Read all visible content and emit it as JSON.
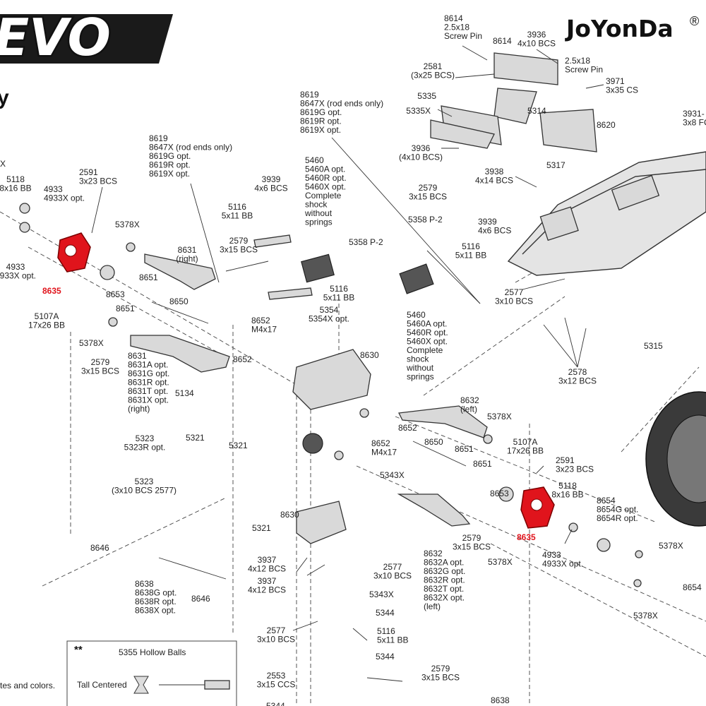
{
  "header": {
    "logo_text": "EVO",
    "title_fragment": "y",
    "brand": "JoYonDa",
    "brand_mark": "®",
    "top_left_fragment": "X"
  },
  "callouts": [
    {
      "id": "c8614a",
      "lines": [
        "8614",
        "2.5x18",
        "Screw Pin"
      ]
    },
    {
      "id": "c8614b",
      "lines": [
        "8614"
      ]
    },
    {
      "id": "c3936a",
      "lines": [
        "3936",
        "4x10 BCS"
      ]
    },
    {
      "id": "c2581",
      "lines": [
        "2581",
        "(3x25 BCS)"
      ]
    },
    {
      "id": "c25x18",
      "lines": [
        "2.5x18",
        "Screw Pin"
      ]
    },
    {
      "id": "c3971",
      "lines": [
        "3971",
        "3x35 CS"
      ]
    },
    {
      "id": "c5335",
      "lines": [
        "5335"
      ]
    },
    {
      "id": "c5335x",
      "lines": [
        "5335X"
      ]
    },
    {
      "id": "c5314",
      "lines": [
        "5314"
      ]
    },
    {
      "id": "c8620",
      "lines": [
        "8620"
      ]
    },
    {
      "id": "c3931",
      "lines": [
        "3931-",
        "3x8 FCS"
      ]
    },
    {
      "id": "c3936b",
      "lines": [
        "3936",
        "(4x10 BCS)"
      ]
    },
    {
      "id": "c5317",
      "lines": [
        "5317"
      ]
    },
    {
      "id": "c3938",
      "lines": [
        "3938",
        "4x14 BCS"
      ]
    },
    {
      "id": "c8619a",
      "lines": [
        "8619",
        "8647X (rod ends only)",
        "8619G opt.",
        "8619R opt.",
        "8619X opt."
      ]
    },
    {
      "id": "c8619b",
      "lines": [
        "8619",
        "8647X (rod ends only)",
        "8619G opt.",
        "8619R opt.",
        "8619X opt."
      ]
    },
    {
      "id": "c5460a",
      "lines": [
        "5460",
        "5460A opt.",
        "5460R opt.",
        "5460X opt.",
        "Complete",
        "shock",
        "without",
        "springs"
      ]
    },
    {
      "id": "c3939a",
      "lines": [
        "3939",
        "4x6 BCS"
      ]
    },
    {
      "id": "c2579a",
      "lines": [
        "2579",
        "3x15 BCS"
      ]
    },
    {
      "id": "c5358a",
      "lines": [
        "5358 P-2"
      ]
    },
    {
      "id": "c3939b",
      "lines": [
        "3939",
        "4x6 BCS"
      ]
    },
    {
      "id": "c5116a",
      "lines": [
        "5116",
        "5x11 BB"
      ]
    },
    {
      "id": "c5116b",
      "lines": [
        "5116",
        "5x11 BB"
      ]
    },
    {
      "id": "c2579b",
      "lines": [
        "2579",
        "3x15 BCS"
      ]
    },
    {
      "id": "c5358b",
      "lines": [
        "5358 P-2"
      ]
    },
    {
      "id": "c5116c",
      "lines": [
        "5116",
        "5x11 BB"
      ]
    },
    {
      "id": "c5118a",
      "lines": [
        "5118",
        "8x16 BB"
      ]
    },
    {
      "id": "c4933a",
      "lines": [
        "4933",
        "4933X opt."
      ]
    },
    {
      "id": "c2591a",
      "lines": [
        "2591",
        "3x23 BCS"
      ]
    },
    {
      "id": "c5378xa",
      "lines": [
        "5378X"
      ]
    },
    {
      "id": "c8631r",
      "lines": [
        "8631",
        "(right)"
      ]
    },
    {
      "id": "c4933b",
      "lines": [
        "4933",
        "4933X opt."
      ]
    },
    {
      "id": "c8651a",
      "lines": [
        "8651"
      ]
    },
    {
      "id": "c8653a",
      "lines": [
        "8653"
      ]
    },
    {
      "id": "c8650a",
      "lines": [
        "8650"
      ]
    },
    {
      "id": "c8651b",
      "lines": [
        "8651"
      ]
    },
    {
      "id": "c5107a",
      "lines": [
        "5107A",
        "17x26 BB"
      ]
    },
    {
      "id": "c5378xb",
      "lines": [
        "5378X"
      ]
    },
    {
      "id": "c8652a",
      "lines": [
        "8652",
        "M4x17"
      ]
    },
    {
      "id": "c8652b",
      "lines": [
        "8652"
      ]
    },
    {
      "id": "c5354",
      "lines": [
        "5354",
        "5354X opt."
      ]
    },
    {
      "id": "c8630a",
      "lines": [
        "8630"
      ]
    },
    {
      "id": "c5460b",
      "lines": [
        "5460",
        "5460A opt.",
        "5460R opt.",
        "5460X opt.",
        "Complete",
        "shock",
        "without",
        "springs"
      ]
    },
    {
      "id": "c2577a",
      "lines": [
        "2577",
        "3x10 BCS"
      ]
    },
    {
      "id": "c2578",
      "lines": [
        "2578",
        "3x12 BCS"
      ]
    },
    {
      "id": "c5315",
      "lines": [
        "5315"
      ]
    },
    {
      "id": "c2579c",
      "lines": [
        "2579",
        "3x15 BCS"
      ]
    },
    {
      "id": "c8631opts",
      "lines": [
        "8631",
        "8631A opt.",
        "8631G opt.",
        "8631R opt.",
        "8631T opt.",
        "8631X opt.",
        "(right)"
      ]
    },
    {
      "id": "c5134",
      "lines": [
        "5134"
      ]
    },
    {
      "id": "c5321a",
      "lines": [
        "5321"
      ]
    },
    {
      "id": "c5321b",
      "lines": [
        "5321"
      ]
    },
    {
      "id": "c5323a",
      "lines": [
        "5323",
        "5323R opt."
      ]
    },
    {
      "id": "c5323b",
      "lines": [
        "5323",
        "(3x10 BCS 2577)"
      ]
    },
    {
      "id": "c8632left",
      "lines": [
        "8632",
        "(left)"
      ]
    },
    {
      "id": "c5378xc",
      "lines": [
        "5378X"
      ]
    },
    {
      "id": "c8652c",
      "lines": [
        "8652"
      ]
    },
    {
      "id": "c8650b",
      "lines": [
        "8650"
      ]
    },
    {
      "id": "c8652d",
      "lines": [
        "8652",
        "M4x17"
      ]
    },
    {
      "id": "c8651c",
      "lines": [
        "8651"
      ]
    },
    {
      "id": "c5107b",
      "lines": [
        "5107A",
        "17x26 BB"
      ]
    },
    {
      "id": "c2591b",
      "lines": [
        "2591",
        "3x23 BCS"
      ]
    },
    {
      "id": "c8651d",
      "lines": [
        "8651"
      ]
    },
    {
      "id": "c8653b",
      "lines": [
        "8653"
      ]
    },
    {
      "id": "c5118b",
      "lines": [
        "5118",
        "8x16 BB"
      ]
    },
    {
      "id": "c8654opts",
      "lines": [
        "8654",
        "8654G opt.",
        "8654R opt."
      ]
    },
    {
      "id": "c5343x",
      "lines": [
        "5343X"
      ]
    },
    {
      "id": "c8630b",
      "lines": [
        "8630"
      ]
    },
    {
      "id": "c5321c",
      "lines": [
        "5321"
      ]
    },
    {
      "id": "c2579d",
      "lines": [
        "2579",
        "3x15 BCS"
      ]
    },
    {
      "id": "c5378xd",
      "lines": [
        "5378X"
      ]
    },
    {
      "id": "c5378xe",
      "lines": [
        "5378X"
      ]
    },
    {
      "id": "c4933c",
      "lines": [
        "4933",
        "4933X opt."
      ]
    },
    {
      "id": "c8654b",
      "lines": [
        "8654"
      ]
    },
    {
      "id": "c5378xf",
      "lines": [
        "5378X"
      ]
    },
    {
      "id": "c8646a",
      "lines": [
        "8646"
      ]
    },
    {
      "id": "c3937a",
      "lines": [
        "3937",
        "4x12 BCS"
      ]
    },
    {
      "id": "c3937b",
      "lines": [
        "3937",
        "4x12 BCS"
      ]
    },
    {
      "id": "c2577b",
      "lines": [
        "2577",
        "3x10 BCS"
      ]
    },
    {
      "id": "c5343xb",
      "lines": [
        "5343X"
      ]
    },
    {
      "id": "c8632opts",
      "lines": [
        "8632",
        "8632A opt.",
        "8632G opt.",
        "8632R opt.",
        "8632T opt.",
        "8632X opt.",
        "(left)"
      ]
    },
    {
      "id": "c8638a",
      "lines": [
        "8638",
        "8638G opt.",
        "8638R opt.",
        "8638X opt."
      ]
    },
    {
      "id": "c8646b",
      "lines": [
        "8646"
      ]
    },
    {
      "id": "c5344a",
      "lines": [
        "5344"
      ]
    },
    {
      "id": "c2577c",
      "lines": [
        "2577",
        "3x10 BCS"
      ]
    },
    {
      "id": "c5116d",
      "lines": [
        "5116",
        "5x11 BB"
      ]
    },
    {
      "id": "c5344b",
      "lines": [
        "5344"
      ]
    },
    {
      "id": "c2553",
      "lines": [
        "2553",
        "3x15 CCS"
      ]
    },
    {
      "id": "c2579e",
      "lines": [
        "2579",
        "3x15 BCS"
      ]
    },
    {
      "id": "c8638b",
      "lines": [
        "8638"
      ]
    },
    {
      "id": "c5344c",
      "lines": [
        "5344"
      ]
    }
  ],
  "highlight": {
    "left": "8635",
    "right": "8635",
    "color": "#e0141c"
  },
  "legend": {
    "stars": "**",
    "title": "5355 Hollow Balls",
    "item": "Tall Centered"
  },
  "footer_fragment": "tes and colors."
}
